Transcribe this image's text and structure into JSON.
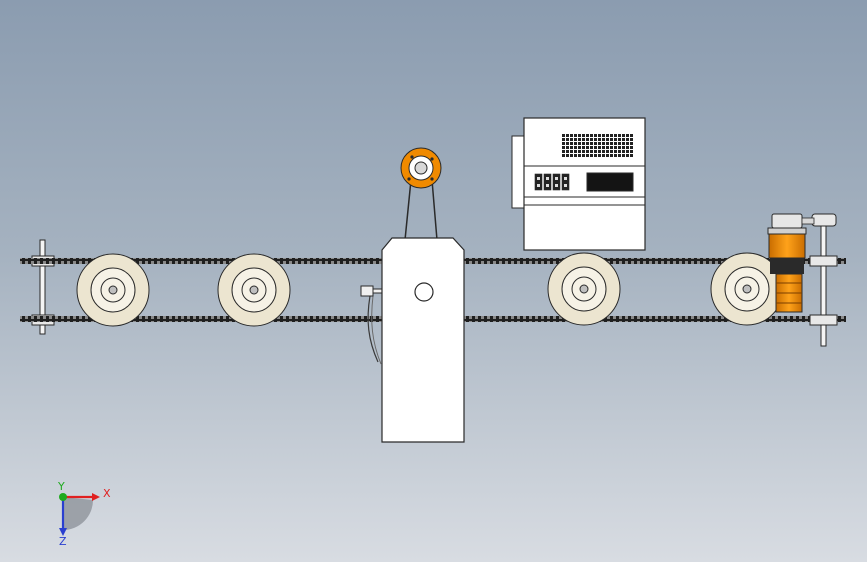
{
  "viewport": {
    "background_top": "#8b9cb0",
    "background_bottom": "#d8dce2"
  },
  "assembly": {
    "colors": {
      "chain": "#1f1f1f",
      "wheel_face": "#ece5d0",
      "wheel_hub": "#f6f2e6",
      "housing": "#ffffff",
      "outline": "#2a2a2a",
      "accent_orange": "#f08a00",
      "panel_grid": "#222222"
    }
  },
  "triad": {
    "x_label": "X",
    "y_label": "Y",
    "z_label": "Z",
    "x_color": "#e02020",
    "y_color": "#1faa1f",
    "z_color": "#2a3fd0"
  }
}
